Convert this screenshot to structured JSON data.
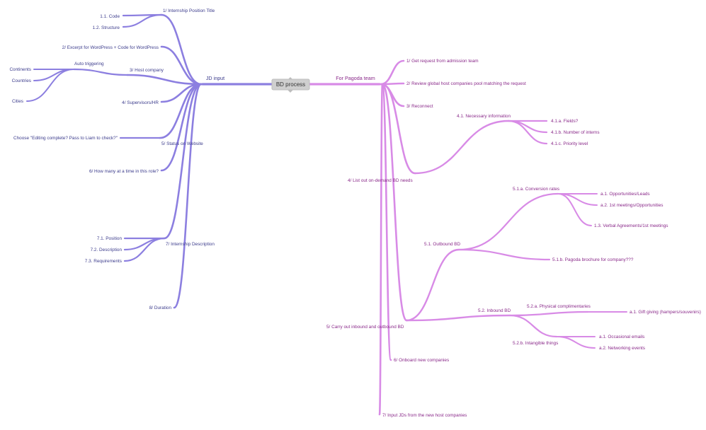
{
  "center": {
    "label": "BD process"
  },
  "colors": {
    "left_branch": "#8c7fe0",
    "right_branch": "#d88be6",
    "center_fill": "#cfcfcf"
  },
  "left": {
    "root": "JD input",
    "items": {
      "t1": "1/ Internship Position Title",
      "t1_1": "1.1. Code",
      "t1_2": "1.2. Structure",
      "t2": "2/ Excerpt for WordPress + Code for WordPress",
      "t3": "3/ Host company",
      "t3_auto": "Auto triggering",
      "t3_cont": "Continents",
      "t3_countries": "Countries",
      "t3_cities": "Cities",
      "t4": "4/ Supervisors/HR",
      "t5": "5/ Status on Website",
      "t5_choose": "Choose \"Editing complete? Pass to Liam to check?\"",
      "t6": "6/ How many at a time in this role?",
      "t7": "7/ Internship Description",
      "t7_1": "7.1. Position",
      "t7_2": "7.2. Description",
      "t7_3": "7.3. Requirements",
      "t8": "8/ Duration"
    }
  },
  "right": {
    "root": "For Pagoda team",
    "items": {
      "r1": "1/ Get request from admission team",
      "r2": "2/ Review global host companies pool matching the request",
      "r3": "3/ Reconnect",
      "r4": "4/ List out on-demand BD needs",
      "r4_1": "4.1. Necessary information",
      "r4_1a": "4.1.a. Fields?",
      "r4_1b": "4.1.b. Number of interns",
      "r4_1c": "4.1.c. Priority level",
      "r5": "5/ Carry out inbound and outbound BD",
      "r5_1": "5.1. Outbound BD",
      "r5_1a": "5.1.a. Conversion rates",
      "r5_1a_a1": "a.1. Opportunities/Leads",
      "r5_1a_a2": "a.2. 1st meetings/Opportunities",
      "r5_1a_13": "1.3. Verbal Agreements/1st meetings",
      "r5_1b": "5.1.b. Pagoda brochure for company???",
      "r5_2": "5.2. Inbound BD",
      "r5_2a": "5.2.a. Physical complimentaries",
      "r5_2a_a1": "a.1. Gift giving (hampers/souvenirs)",
      "r5_2b": "5.2.b. Intangible things",
      "r5_2b_a1": "a.1. Occasional emails",
      "r5_2b_a2": "a.2. Networking events",
      "r6": "6/ Onboard new companies",
      "r7": "7/ Input JDs from the new host companies"
    }
  }
}
